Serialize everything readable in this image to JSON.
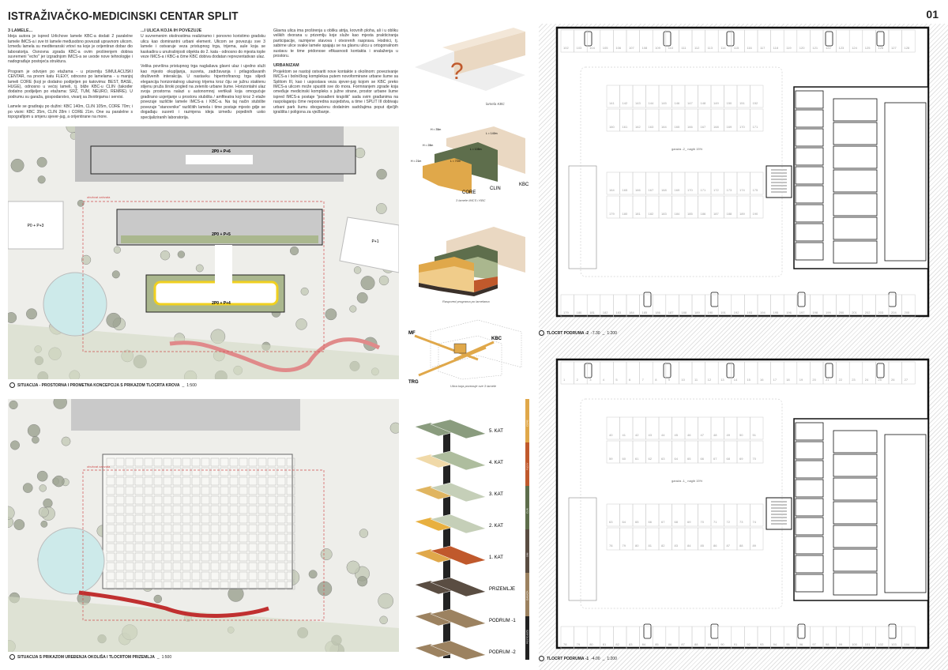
{
  "header": {
    "title": "ISTRAŽIVAČKO-MEDICINSKI CENTAR SPLIT",
    "page_number": "01"
  },
  "text": {
    "col1": {
      "heading": "3 LAMELE...",
      "p1": "Ideja autora je ispred Urlichove lamele KBC-a dodati 2 paralelne lamele IMCS-a i sve tri lamele međusobno povezati upravnom ulicom. Između lamela su mediteranski vrtovi na koje je orijentiran dobar dio laboratorija. Osnovna zgrada KBC-a ovim proširenjem dobiva suvremeni \"echo\" jer izgradnjom IMCS-a se uvode nove tehnologije i nadograđuje postojeća struktura.",
      "p2": "Program je odvojen po etažama - u prizemlju SIMULACIJSKI CENTAR, na prvom katu FLEXY, odnosno po lamelama - u manjoj lameli CORE (koji je dodatno podijeljen po katovima: BEST, BASE, HUGE), odnosno u većoj lameli, tj. bliže KBC-u CLIN (također dodatno podijeljen po etažama: SRŽ, TUM, NEURO, REMRE). U podrumu su garaža, gospodarstvo, vivarij sa životinjama i servisi.",
      "p3": "Lamele se gradiraju po dužini: KBC 140m, CLIN 105m, CORE 70m; i po visini: KBC 35m, CLIN 28m i CORE 21m. One su paralelne s topografijom u smjeru sjever-jug, a orijentirane na more."
    },
    "col2": {
      "heading": "...I ULICA KOJA IH POVEZUJE",
      "p1": "U suvremenim okolnostima realiziramo i ponovno koristimo gradsku ulicu kao dominantni urbani element. Ulicom se povezuju sve 3 lamele i ostvaruje veza pristupnog trga, trijema, aule koja se kaskadira u unutrašnjosti objekta do 2. kata - odnosno do mjesta tople veze IMCS-a i KBC-a čime KBC dobiva dodatan reprezentativan ulaz.",
      "p2": "Velika površina pristupnog trga naglašava glavni ulaz i ujedno služi kao mjesto okupljanja, susreta, zadržavanja i prilagođavanih društvenih interakcija. U nastavku hipertrofiranog trga slijedi elegancija horizontalnog ulaznog trijema kroz čiju se južnu staklenu stijenu pruža široki pogled na zelenilo urbane šume. Horizontalni ulaz svoja prostorna nalazi u autonomnoj vertikali koja omogućuje gradirano usjerijanje u prostoru stubišta / amfiteatra koji kroz 3 etaže povezuje različite lamele IMCS-a i KBC-a. Na taj način stubište povezuje \"stanovnike\" različitih lamela i time postaje mjesto gdje se događaju susreti i razmjena ideja između pojedinih usko specijaliziranih laboratorija."
    },
    "col3": {
      "p1": "Glavna ulica ima proširenja u obliku atrija, krovnih ploha, ali i u obliku velikih dvorana u prizemlju koje služe kao mjesta prakticiranja participacije, razmjene stavova i otvorenih rasprava. Hodnici, tj. sabirne ulice svake lamele spajaju se na glavnu ulicu u ortogonalnom sustavu te time pridonose efikasnosti kontakta i snalaženja u prostoru.",
      "heading": "URBANIZAM",
      "p2": "Projektom se nastoji ostvariti nove kontakte s okolinom: povezivanje IMCS-a i bolničkog kompleksa putem novoformirane urbane šume sa Splitom III, kao i uspostava veza sjever-jug kojom se KBC preko IMCS-a ulicom može spustiti sve do mora. Formiranjem zgrade koja omeđuje medicinski kompleks s južne strane, prostor urbane šume ispred IMCS-a postaje \"posađeni krajolik\" sada svim građanima na raspolaganju čime neposredna susjedstva, a time i SPLIT III dobivaju urbani park šumu obogaćenu dodatnim sadržajima poput dječjih igrališta i poligona za vježbanje."
    }
  },
  "site_plan_1": {
    "caption": "SITUACIJA - PROSTORNA I PROMETNA KONCEPCIJA S PRIKAZOM TLOCRTA KROVA",
    "scale": "1:500",
    "labels": {
      "kbc": "2P0 + P+6",
      "clin": "2P0 + P+5",
      "core": "2P0 + P+4",
      "west": "P0 + P+3",
      "east": "P+1",
      "boundary": "obuhvat zahvata"
    }
  },
  "site_plan_2": {
    "caption": "SITUACIJA S PRIKAZOM UREĐENJA OKOLIŠA I TLOCRTOM PRIZEMLJA",
    "scale": "1:500",
    "labels": {
      "boundary": "obuhvat zahvata"
    }
  },
  "diagrams": {
    "kbc": {
      "question": "?",
      "caption": "lamela KBC"
    },
    "lamellas": {
      "caption": "3 lamele IMCS i KBC",
      "core": "CORE",
      "clin": "CLIN",
      "kbc": "KBC",
      "h_kbc": "H = 35m",
      "h_clin": "H = 28m",
      "h_core": "H = 21m",
      "l_kbc": "L = 140m",
      "l_clin": "L = 105m",
      "l_core": "L = 70m"
    },
    "program": {
      "caption": "Raspored programa po lamelama"
    },
    "street": {
      "caption": "Ulica koja povezuje sve 3 lamele",
      "mf": "MF",
      "kbc": "KBC",
      "trg": "TRG"
    },
    "floors": [
      {
        "label": "5. KAT"
      },
      {
        "label": "4. KAT"
      },
      {
        "label": "3. KAT"
      },
      {
        "label": "2. KAT"
      },
      {
        "label": "1. KAT"
      },
      {
        "label": "PRIZEMLJE"
      },
      {
        "label": "PODRUM -1"
      },
      {
        "label": "PODRUM -2"
      }
    ],
    "legend": [
      {
        "label": "CORE",
        "color": "#e0a84a"
      },
      {
        "label": "FLEXY",
        "color": "#c0592c"
      },
      {
        "label": "CLIN",
        "color": "#5e6e4c"
      },
      {
        "label": "SIM",
        "color": "#5a4d42"
      },
      {
        "label": "GARAŽA",
        "color": "#9c8260"
      },
      {
        "label": "POSTOJEĆE",
        "color": "#222222"
      }
    ]
  },
  "floor_plans": [
    {
      "caption": "TLOCRT PODRUMA -2",
      "level": "-7.30",
      "scale": "1:200",
      "rows": [
        102,
        141,
        160,
        164,
        179
      ],
      "ramp": "garaža -2_ nagib 15%"
    },
    {
      "caption": "TLOCRT PODRUMA -1",
      "level": "-4.00",
      "scale": "1:200",
      "rows": [
        1,
        40,
        59,
        63,
        78
      ],
      "ramp": "garaža -1_ nagib 15%"
    }
  ],
  "colors": {
    "green": "#d3dbc4",
    "dark_green": "#5e6e4c",
    "core": "#e0a84a",
    "flexy": "#c0592c",
    "kbc": "#ead8c2",
    "path": "#e08a8a",
    "water": "#cdeaea"
  }
}
